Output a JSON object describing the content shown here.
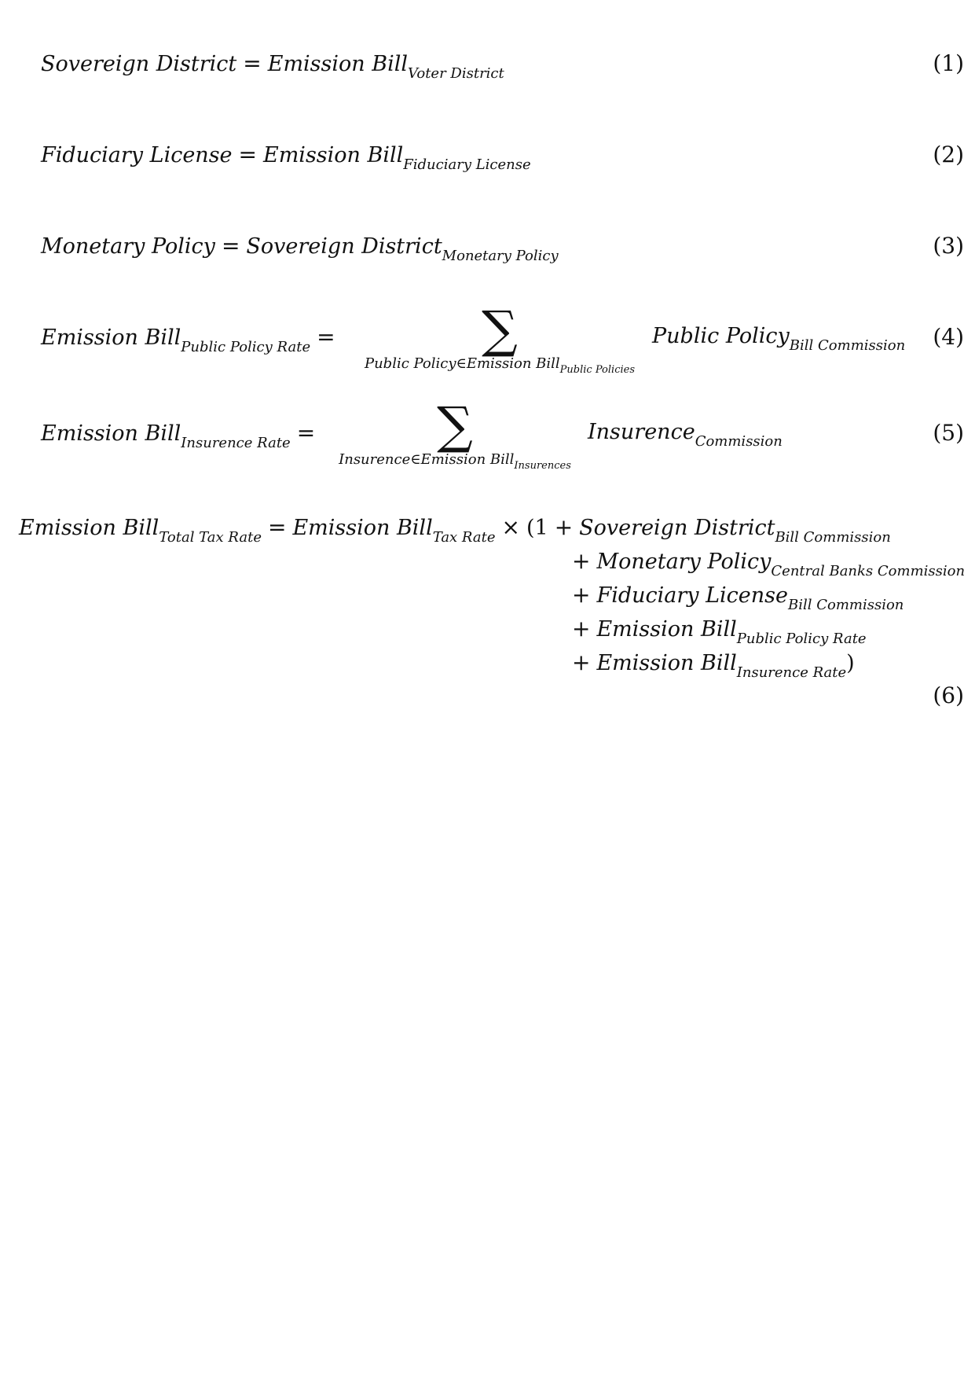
{
  "equations": [
    {
      "number": "(1)",
      "lhs": "Sovereign District",
      "rel": "=",
      "rhs_base": "Emission Bill",
      "rhs_sub": "Voter District"
    },
    {
      "number": "(2)",
      "lhs": "Fiduciary License",
      "rel": "=",
      "rhs_base": "Emission Bill",
      "rhs_sub": "Fiduciary License"
    },
    {
      "number": "(3)",
      "lhs": "Monetary Policy",
      "rel": "=",
      "rhs_base": "Sovereign District",
      "rhs_sub": "Monetary Policy"
    },
    {
      "number": "(4)",
      "lhs_base": "Emission Bill",
      "lhs_sub": "Public Policy Rate",
      "rel": "=",
      "sum_symbol": "∑",
      "sum_limit_base": "Public Policy∈Emission Bill",
      "sum_limit_sub": "Public Policies",
      "term_base": "Public Policy",
      "term_sub": "Bill Commission"
    },
    {
      "number": "(5)",
      "lhs_base": "Emission Bill",
      "lhs_sub": "Insurence Rate",
      "rel": "=",
      "sum_symbol": "∑",
      "sum_limit_base": "Insurence∈Emission Bill",
      "sum_limit_sub": "Insurences",
      "term_base": "Insurence",
      "term_sub": "Commission"
    },
    {
      "number": "(6)",
      "lhs_base": "Emission Bill",
      "lhs_sub": "Total Tax Rate",
      "rel": "=",
      "rhs_base": "Emission Bill",
      "rhs_sub": "Tax Rate",
      "times": "×",
      "open": "(1",
      "close": ")",
      "terms": [
        {
          "op": "+",
          "base": "Sovereign District",
          "sub": "Bill Commission"
        },
        {
          "op": "+",
          "base": "Monetary Policy",
          "sub": "Central Banks Commission"
        },
        {
          "op": "+",
          "base": "Fiduciary License",
          "sub": "Bill Commission"
        },
        {
          "op": "+",
          "base": "Emission Bill",
          "sub": "Public Policy Rate"
        },
        {
          "op": "+",
          "base": "Emission Bill",
          "sub": "Insurence Rate"
        }
      ]
    }
  ]
}
